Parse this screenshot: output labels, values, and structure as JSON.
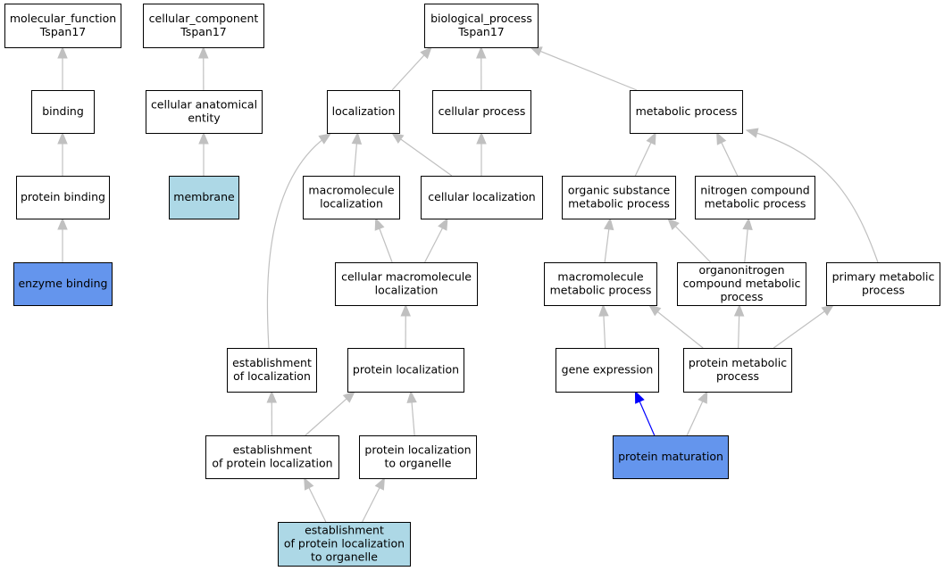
{
  "colors": {
    "edge": "#c0c0c0",
    "edge_highlight": "#0000ff",
    "node_default": "#ffffff",
    "node_query": "#6495ed",
    "node_associated": "#add8e6"
  },
  "nodes": [
    {
      "id": "mf",
      "lines": [
        "molecular_function",
        "Tspan17"
      ],
      "fill": "#ffffff"
    },
    {
      "id": "cc",
      "lines": [
        "cellular_component",
        "Tspan17"
      ],
      "fill": "#ffffff"
    },
    {
      "id": "bp",
      "lines": [
        "biological_process",
        "Tspan17"
      ],
      "fill": "#ffffff"
    },
    {
      "id": "binding",
      "lines": [
        "binding"
      ],
      "fill": "#ffffff"
    },
    {
      "id": "cae",
      "lines": [
        "cellular anatomical",
        "entity"
      ],
      "fill": "#ffffff"
    },
    {
      "id": "loc",
      "lines": [
        "localization"
      ],
      "fill": "#ffffff"
    },
    {
      "id": "cp",
      "lines": [
        "cellular process"
      ],
      "fill": "#ffffff"
    },
    {
      "id": "mp",
      "lines": [
        "metabolic process"
      ],
      "fill": "#ffffff"
    },
    {
      "id": "pb",
      "lines": [
        "protein binding"
      ],
      "fill": "#ffffff"
    },
    {
      "id": "mem",
      "lines": [
        "membrane"
      ],
      "fill": "#add8e6"
    },
    {
      "id": "mloc",
      "lines": [
        "macromolecule",
        "localization"
      ],
      "fill": "#ffffff"
    },
    {
      "id": "cloc",
      "lines": [
        "cellular localization"
      ],
      "fill": "#ffffff"
    },
    {
      "id": "osmp",
      "lines": [
        "organic substance",
        "metabolic process"
      ],
      "fill": "#ffffff"
    },
    {
      "id": "ncmp",
      "lines": [
        "nitrogen compound",
        "metabolic process"
      ],
      "fill": "#ffffff"
    },
    {
      "id": "eb",
      "lines": [
        "enzyme binding"
      ],
      "fill": "#6495ed"
    },
    {
      "id": "cmloc",
      "lines": [
        "cellular macromolecule",
        "localization"
      ],
      "fill": "#ffffff"
    },
    {
      "id": "mmp",
      "lines": [
        "macromolecule",
        "metabolic process"
      ],
      "fill": "#ffffff"
    },
    {
      "id": "oncmp",
      "lines": [
        "organonitrogen",
        "compound metabolic",
        "process"
      ],
      "fill": "#ffffff"
    },
    {
      "id": "pmp",
      "lines": [
        "primary metabolic",
        "process"
      ],
      "fill": "#ffffff"
    },
    {
      "id": "eol",
      "lines": [
        "establishment",
        "of localization"
      ],
      "fill": "#ffffff"
    },
    {
      "id": "ploc",
      "lines": [
        "protein localization"
      ],
      "fill": "#ffffff"
    },
    {
      "id": "ge",
      "lines": [
        "gene expression"
      ],
      "fill": "#ffffff"
    },
    {
      "id": "protmp",
      "lines": [
        "protein metabolic",
        "process"
      ],
      "fill": "#ffffff"
    },
    {
      "id": "epl",
      "lines": [
        "establishment",
        "of protein localization"
      ],
      "fill": "#ffffff"
    },
    {
      "id": "plo",
      "lines": [
        "protein localization",
        "to organelle"
      ],
      "fill": "#ffffff"
    },
    {
      "id": "pm",
      "lines": [
        "protein maturation"
      ],
      "fill": "#6495ed"
    },
    {
      "id": "eplo",
      "lines": [
        "establishment",
        "of protein localization",
        "to organelle"
      ],
      "fill": "#add8e6"
    }
  ],
  "edges": [
    {
      "from": "binding",
      "to": "mf"
    },
    {
      "from": "cae",
      "to": "cc"
    },
    {
      "from": "loc",
      "to": "bp"
    },
    {
      "from": "cp",
      "to": "bp"
    },
    {
      "from": "mp",
      "to": "bp"
    },
    {
      "from": "pb",
      "to": "binding"
    },
    {
      "from": "mem",
      "to": "cae"
    },
    {
      "from": "mloc",
      "to": "loc"
    },
    {
      "from": "cloc",
      "to": "loc"
    },
    {
      "from": "cloc",
      "to": "cp"
    },
    {
      "from": "osmp",
      "to": "mp"
    },
    {
      "from": "ncmp",
      "to": "mp"
    },
    {
      "from": "pmp",
      "to": "mp"
    },
    {
      "from": "eb",
      "to": "pb"
    },
    {
      "from": "cmloc",
      "to": "mloc"
    },
    {
      "from": "cmloc",
      "to": "cloc"
    },
    {
      "from": "mmp",
      "to": "osmp"
    },
    {
      "from": "oncmp",
      "to": "osmp"
    },
    {
      "from": "oncmp",
      "to": "ncmp"
    },
    {
      "from": "eol",
      "to": "loc"
    },
    {
      "from": "ploc",
      "to": "cmloc"
    },
    {
      "from": "ge",
      "to": "mmp"
    },
    {
      "from": "protmp",
      "to": "mmp"
    },
    {
      "from": "protmp",
      "to": "oncmp"
    },
    {
      "from": "protmp",
      "to": "pmp"
    },
    {
      "from": "epl",
      "to": "eol"
    },
    {
      "from": "epl",
      "to": "ploc"
    },
    {
      "from": "plo",
      "to": "ploc"
    },
    {
      "from": "pm",
      "to": "ge",
      "highlight": true
    },
    {
      "from": "pm",
      "to": "protmp"
    },
    {
      "from": "eplo",
      "to": "epl"
    },
    {
      "from": "eplo",
      "to": "plo"
    }
  ]
}
